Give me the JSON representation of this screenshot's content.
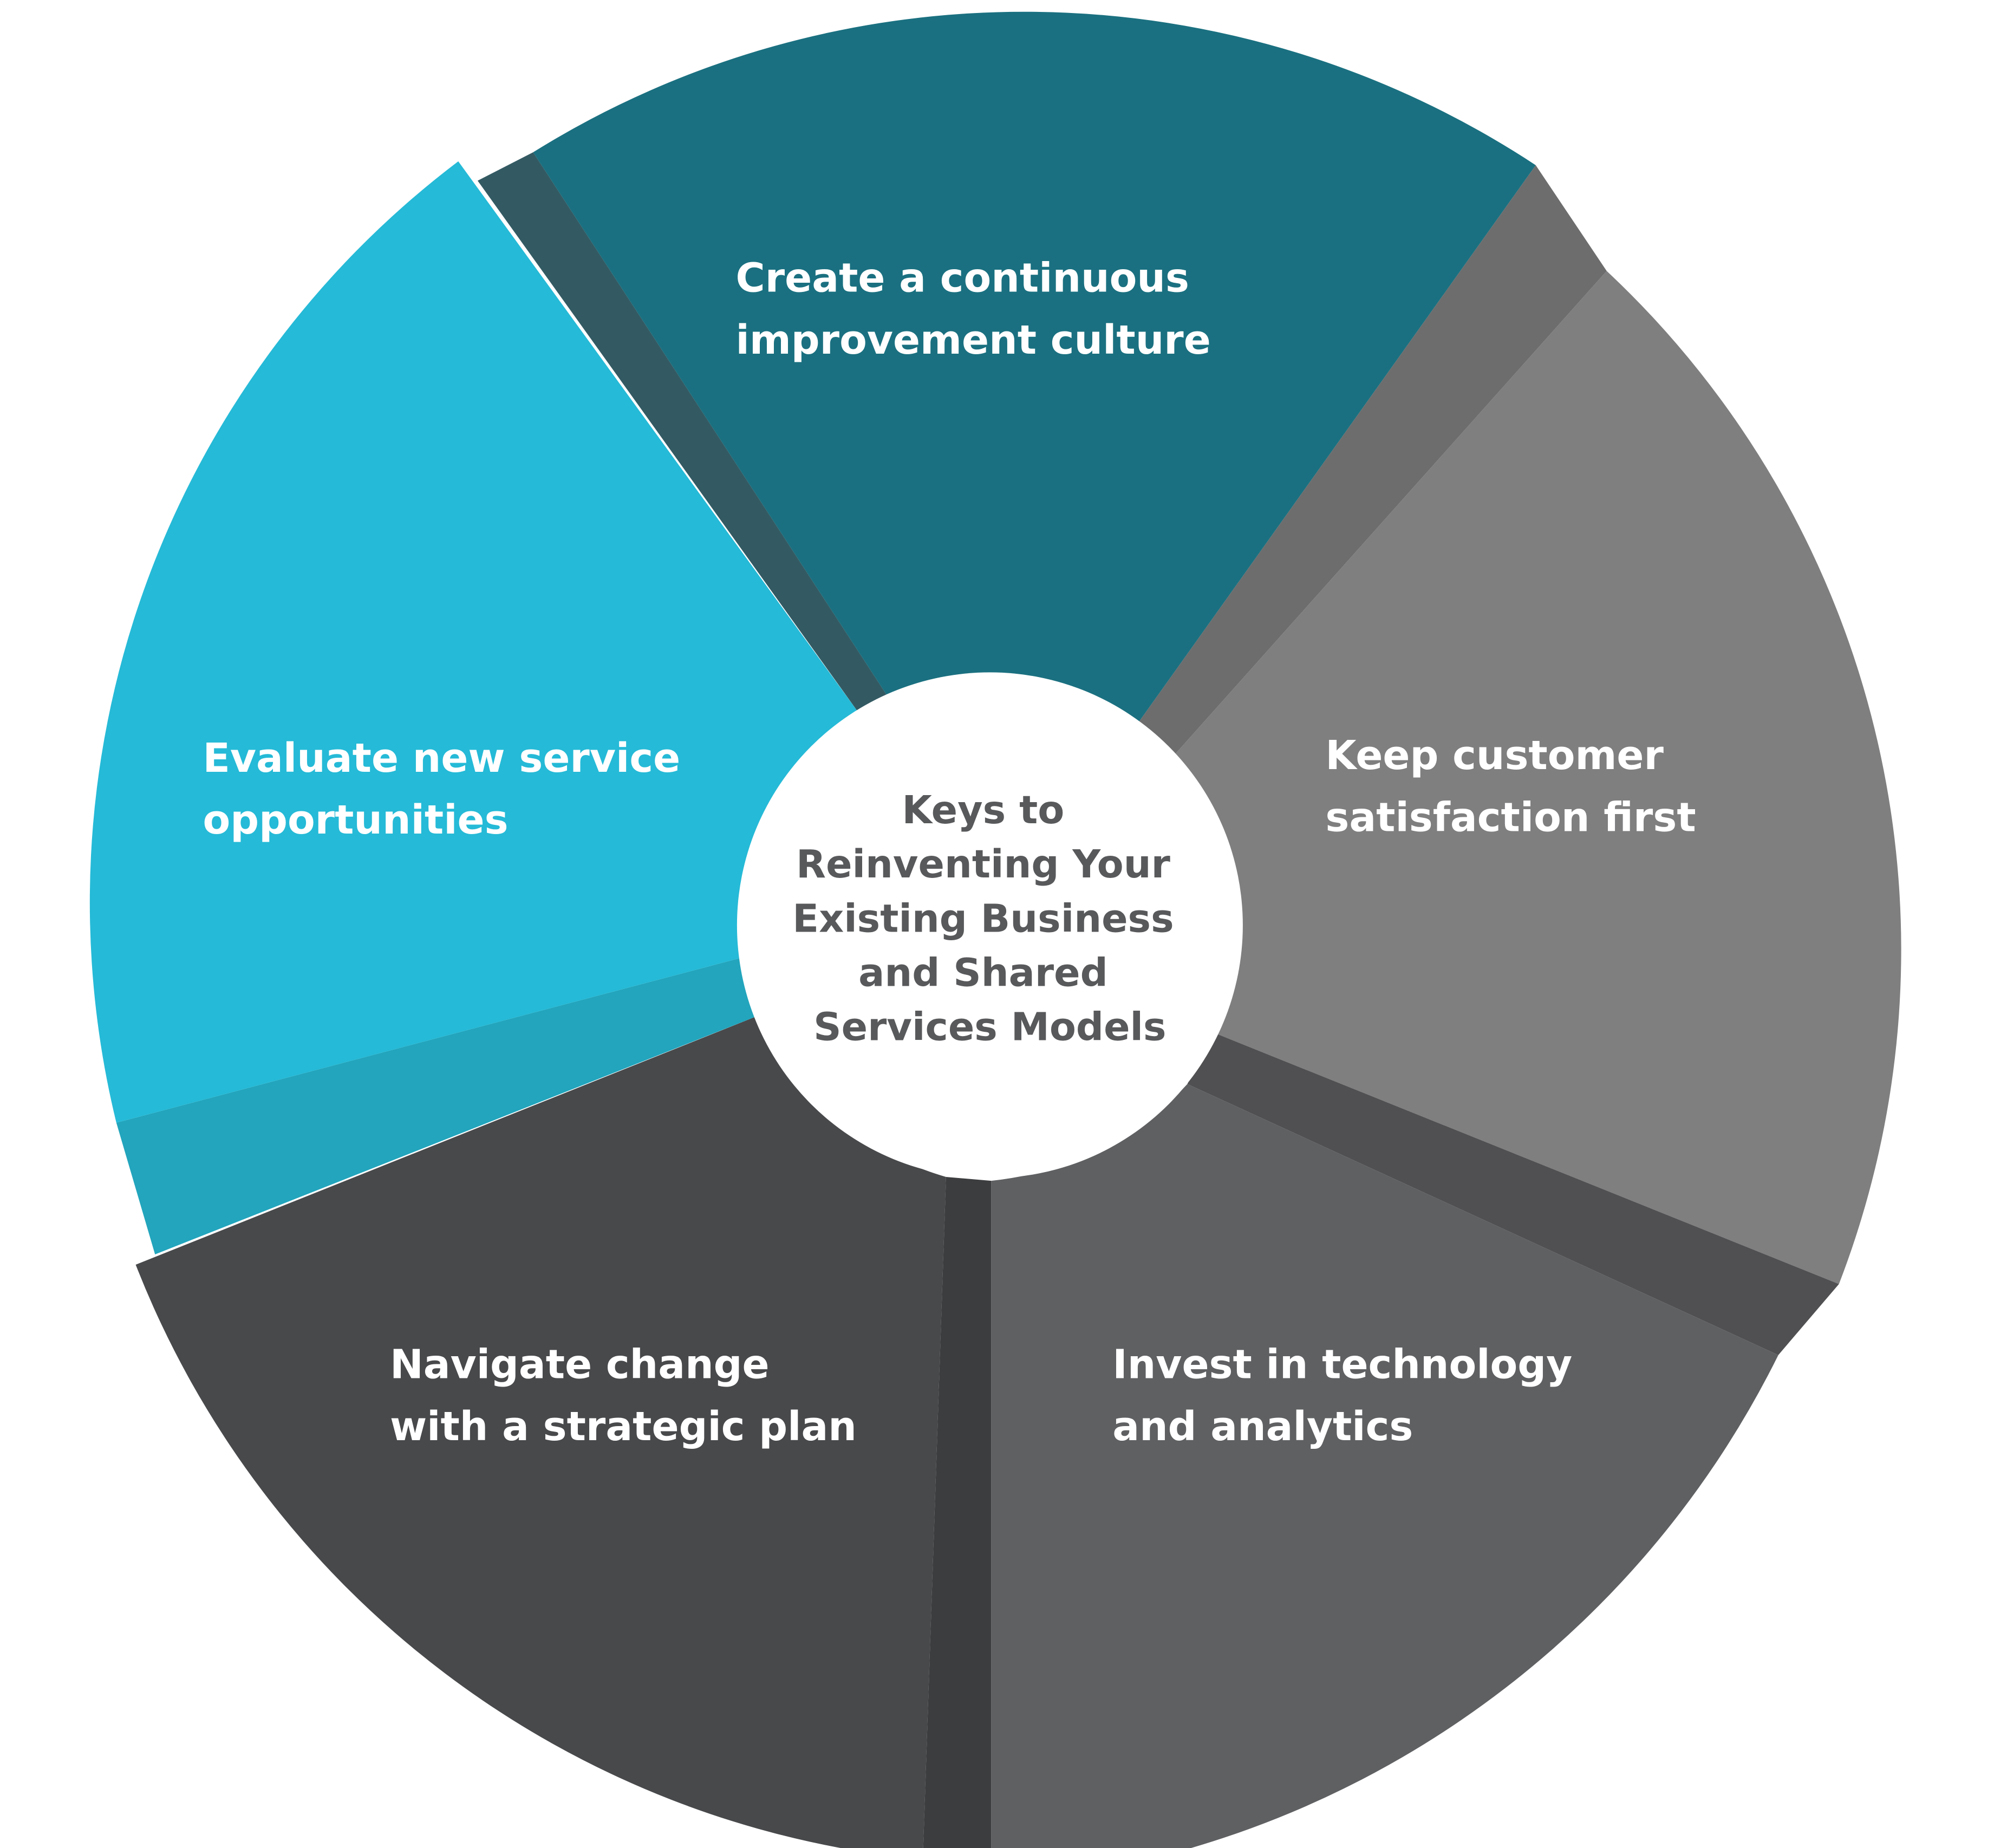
{
  "center": {
    "lines": [
      "Keys to",
      "Reinventing Your",
      "Existing Business",
      "and Shared",
      "Services Models"
    ]
  },
  "segments": [
    {
      "lines": [
        "Create a continuous",
        "improvement culture"
      ],
      "color": "#1a7080",
      "shade": "#335a63"
    },
    {
      "lines": [
        "Keep customer",
        "satisfaction first"
      ],
      "color": "#7f7f80",
      "shade": "#6d6d6e"
    },
    {
      "lines": [
        "Invest in technology",
        "and analytics"
      ],
      "color": "#5f6062",
      "shade": "#505052"
    },
    {
      "lines": [
        "Navigate change",
        "with a strategic plan"
      ],
      "color": "#48494b",
      "shade": "#3c3d3f"
    },
    {
      "lines": [
        "Evaluate new service",
        "opportunities"
      ],
      "color": "#25bad7",
      "shade": "#22a5bd"
    }
  ]
}
